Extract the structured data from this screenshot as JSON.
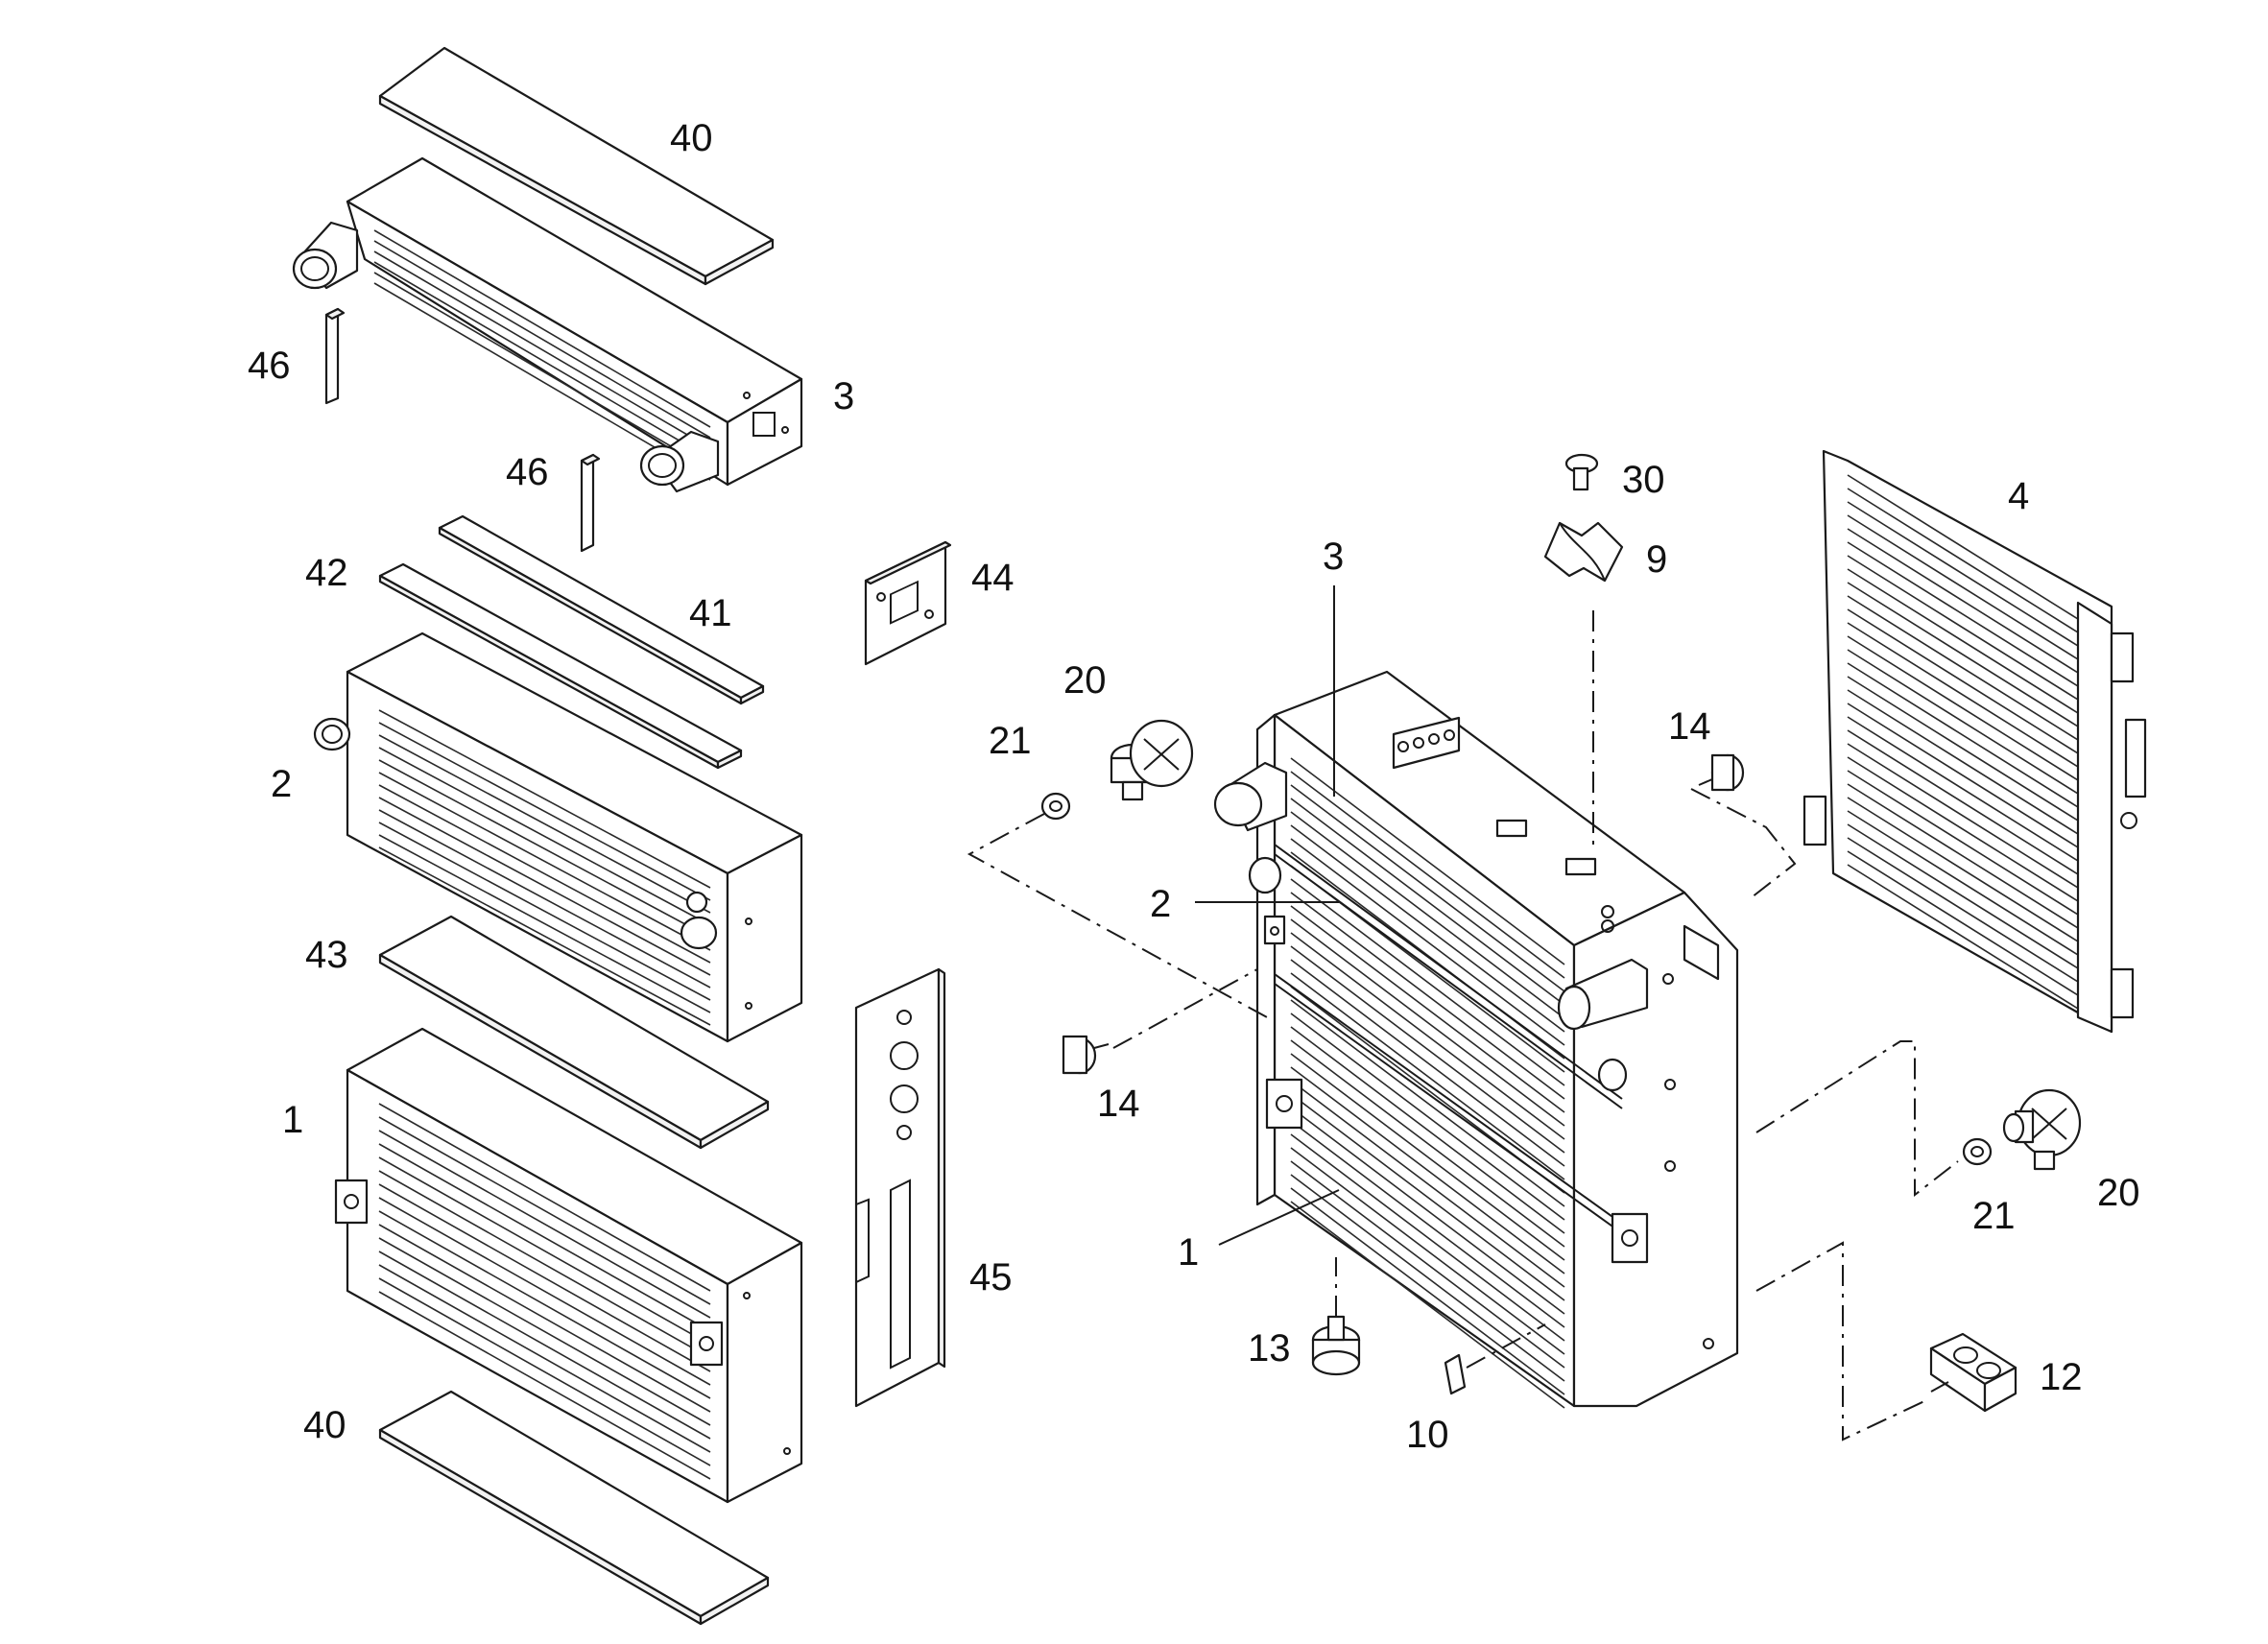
{
  "diagram": {
    "type": "exploded-parts-view",
    "callouts": {
      "plate_top": "40",
      "spacer_a": "46",
      "charge_air_cooler": "3",
      "spacer_b": "46",
      "strip_42": "42",
      "strip_41": "41",
      "oil_cooler": "2",
      "strip_43": "43",
      "radiator": "1",
      "plate_bottom": "40",
      "bracket_44": "44",
      "plate_45": "45",
      "switch_left": "20",
      "washer_left": "21",
      "mount_upper": "14",
      "mount_lower": "14",
      "assy_3": "3",
      "assy_2": "2",
      "assy_1": "1",
      "bolt_30": "30",
      "clip_9": "9",
      "condenser": "4",
      "washer_right": "21",
      "switch_right": "20",
      "foot_13": "13",
      "clip_10": "10",
      "bracket_12": "12"
    }
  }
}
